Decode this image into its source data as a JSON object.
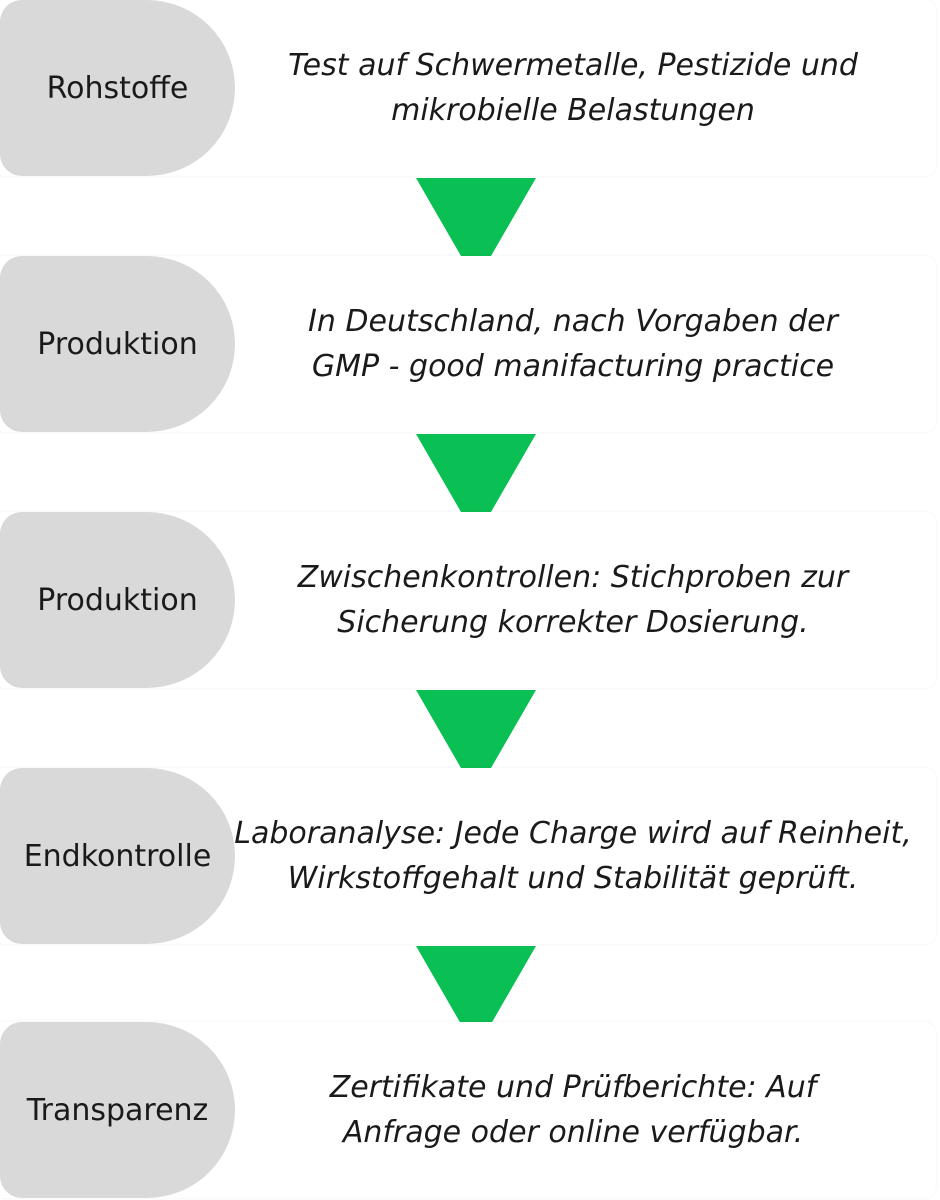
{
  "colors": {
    "label_bg": "#d9d9d9",
    "arrow": "#0abf53",
    "text": "#1a1a1a"
  },
  "steps": [
    {
      "label": "Rohstoffe",
      "desc_line1": "Test auf  Schwermetalle, Pestizide und",
      "desc_line2": "mikrobielle Belastungen"
    },
    {
      "label": "Produktion",
      "desc_line1": "In Deutschland, nach Vorgaben der",
      "desc_line2": "GMP - good manifacturing practice"
    },
    {
      "label": "Produktion",
      "desc_line1": "Zwischenkontrollen: Stichproben zur",
      "desc_line2": "Sicherung korrekter Dosierung."
    },
    {
      "label": "Endkontrolle",
      "desc_line1": "Laboranalyse: Jede Charge wird auf Reinheit,",
      "desc_line2": "Wirkstoffgehalt und Stabilität geprüft."
    },
    {
      "label": "Transparenz",
      "desc_line1": "Zertifikate und Prüfberichte: Auf",
      "desc_line2": "Anfrage oder online verfügbar."
    }
  ]
}
